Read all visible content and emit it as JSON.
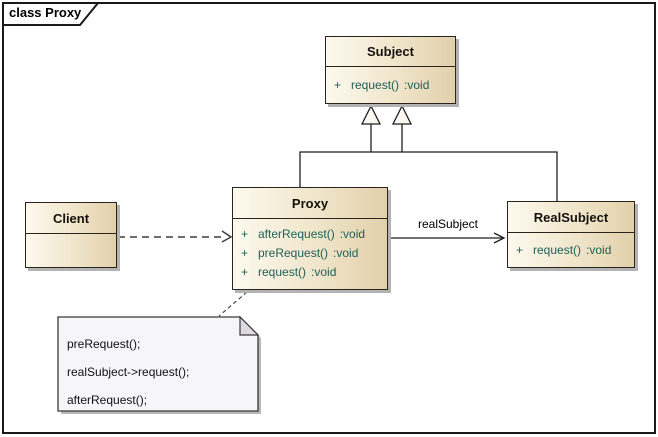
{
  "frame": {
    "label": "class Proxy"
  },
  "classes": {
    "subject": {
      "name": "Subject",
      "methods": [
        {
          "visibility": "+",
          "signature": "request()",
          "return_type": ":void"
        }
      ]
    },
    "proxy": {
      "name": "Proxy",
      "methods": [
        {
          "visibility": "+",
          "signature": "afterRequest()",
          "return_type": ":void"
        },
        {
          "visibility": "+",
          "signature": "preRequest()",
          "return_type": ":void"
        },
        {
          "visibility": "+",
          "signature": "request()",
          "return_type": ":void"
        }
      ]
    },
    "client": {
      "name": "Client",
      "methods": []
    },
    "real_subject": {
      "name": "RealSubject",
      "methods": [
        {
          "visibility": "+",
          "signature": "request()",
          "return_type": ":void"
        }
      ]
    }
  },
  "relationships": {
    "association_label": "realSubject"
  },
  "note": {
    "lines": [
      "preRequest();",
      "realSubject->request();",
      "afterRequest();"
    ]
  },
  "colors": {
    "class_fill_left": "#fcf9ee",
    "class_fill_right": "#e2d0ab",
    "class_border": "#2b241c",
    "method_text": "#1f6159",
    "note_fill": "#f6f5f8",
    "note_fold": "#dddbe1",
    "shadow": "#b3b3b3",
    "connector": "#1f1f1f"
  }
}
